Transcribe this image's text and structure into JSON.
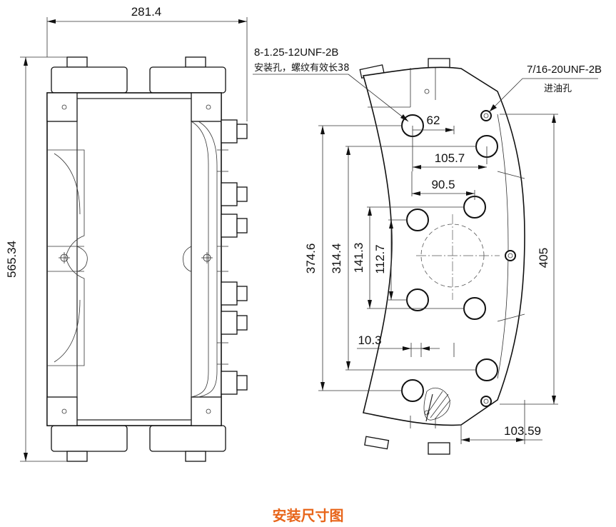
{
  "caption": "安装尺寸图",
  "colors": {
    "caption": "#e8651a",
    "lines": "#111111",
    "background": "#ffffff"
  },
  "dimensions": {
    "overall_width": "281.4",
    "overall_height": "565.34",
    "hole_row_span": "374.6",
    "hole_span_2": "314.4",
    "hole_span_3": "141.3",
    "hole_span_4": "112.7",
    "total_height": "405",
    "offset_62": "62",
    "offset_105": "105.7",
    "offset_90": "90.5",
    "offset_10": "10.3",
    "offset_103": "103.59"
  },
  "notes": {
    "mount_thread": "8-1.25-12UNF-2B",
    "mount_desc": "安装孔，螺纹有效长38",
    "oil_thread": "7/16-20UNF-2B",
    "oil_desc": "进油孔"
  }
}
